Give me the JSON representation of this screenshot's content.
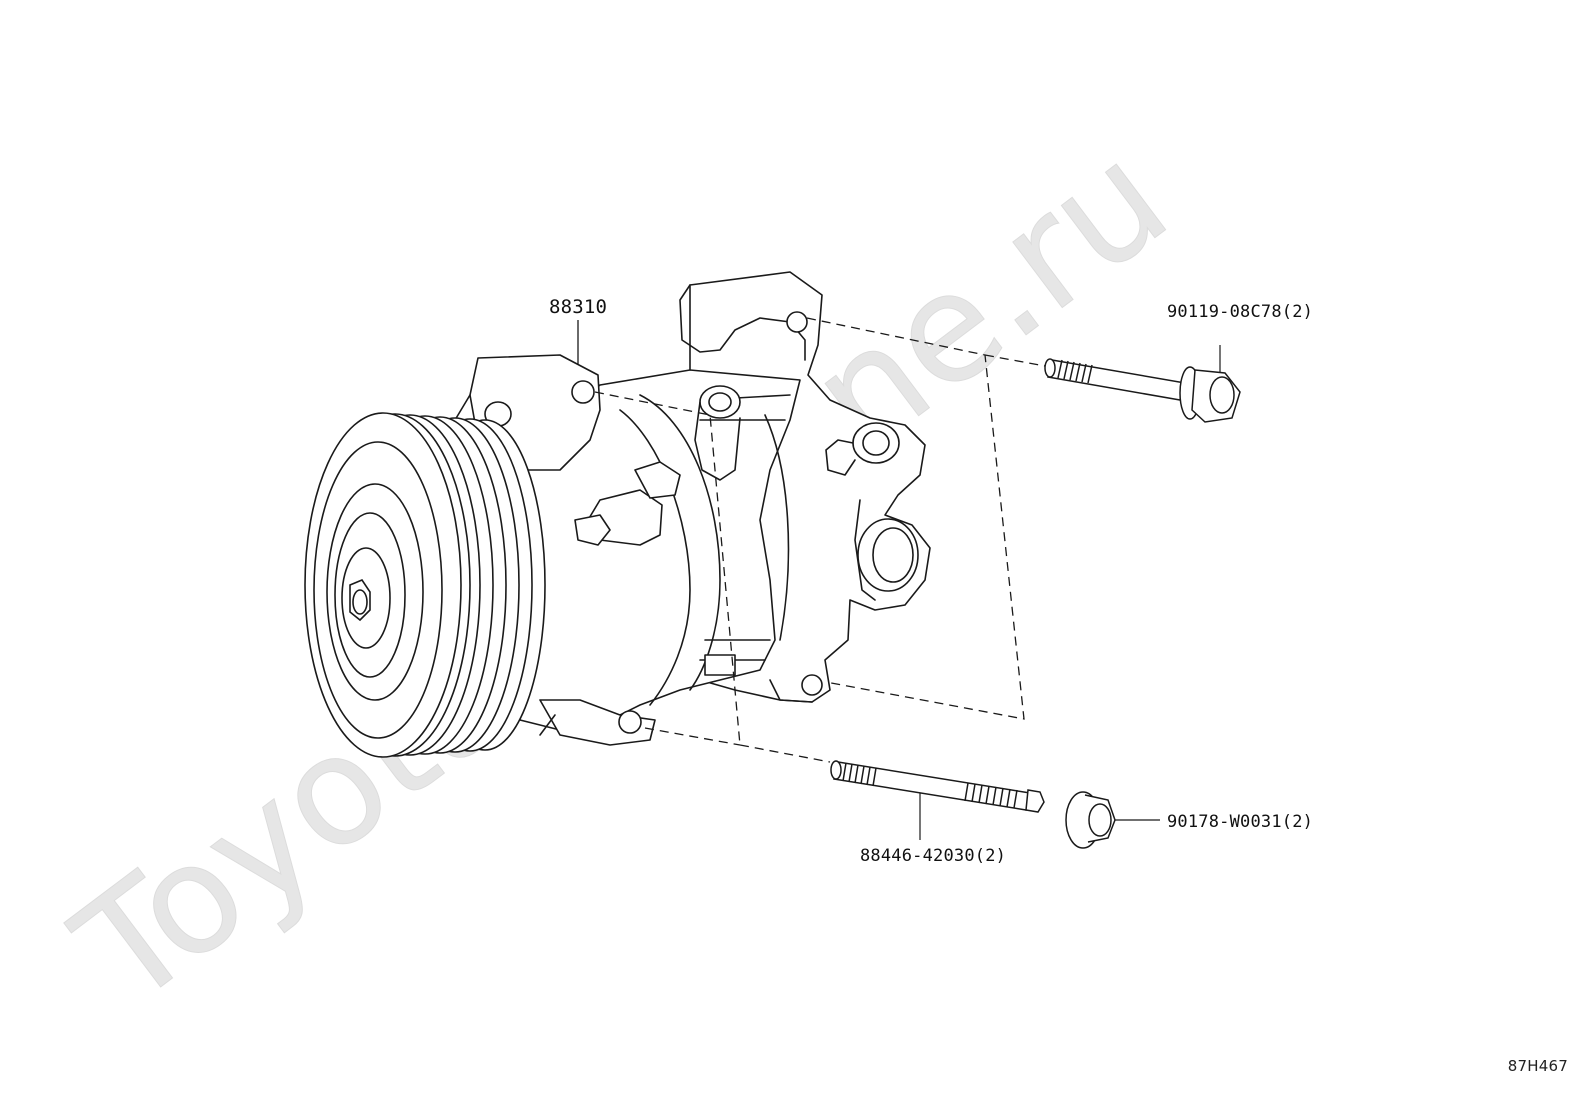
{
  "diagram": {
    "watermark": "ToyotaCarMine.ru",
    "reference_code": "87H467",
    "parts": [
      {
        "part_number": "88310"
      },
      {
        "part_number": "90119-08C78(2)"
      },
      {
        "part_number": "90178-W0031(2)"
      },
      {
        "part_number": "88446-42030(2)"
      }
    ],
    "colors": {
      "line": "#1a1a1a",
      "watermark": "#e4e4e4",
      "background": "#ffffff"
    }
  }
}
